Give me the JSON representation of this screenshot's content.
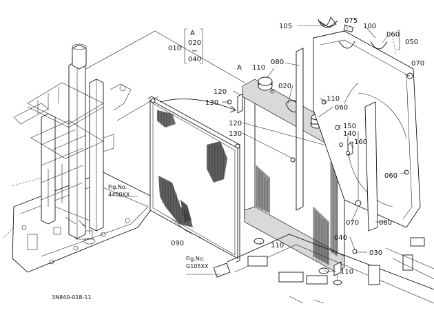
{
  "labels": {
    "l105": "105",
    "l075": "075",
    "l100": "100",
    "l060a": "060",
    "l050": "050",
    "l010": "010",
    "lA1": "A",
    "l020a": "020",
    "ltilde": "~",
    "l040a": "040",
    "lA2": "A",
    "l110a": "110",
    "l080a": "080",
    "l090": "090",
    "l120a": "120",
    "l130a": "130",
    "l020b": "020",
    "l110b": "110",
    "l060b": "060",
    "l120b": "120",
    "l130b": "130",
    "l150": "150",
    "l140": "140",
    "l160": "160",
    "l060c": "060",
    "l070a": "070",
    "l070b": "070",
    "l080b": "080",
    "l040b": "040",
    "l030": "030",
    "l110c": "110",
    "l110d": "110",
    "fig1_a": "Fig.No.",
    "fig1_b": "4400XX",
    "fig2_a": "Fig.No.",
    "fig2_b": "G105XX",
    "code": "3N840-018-11"
  }
}
